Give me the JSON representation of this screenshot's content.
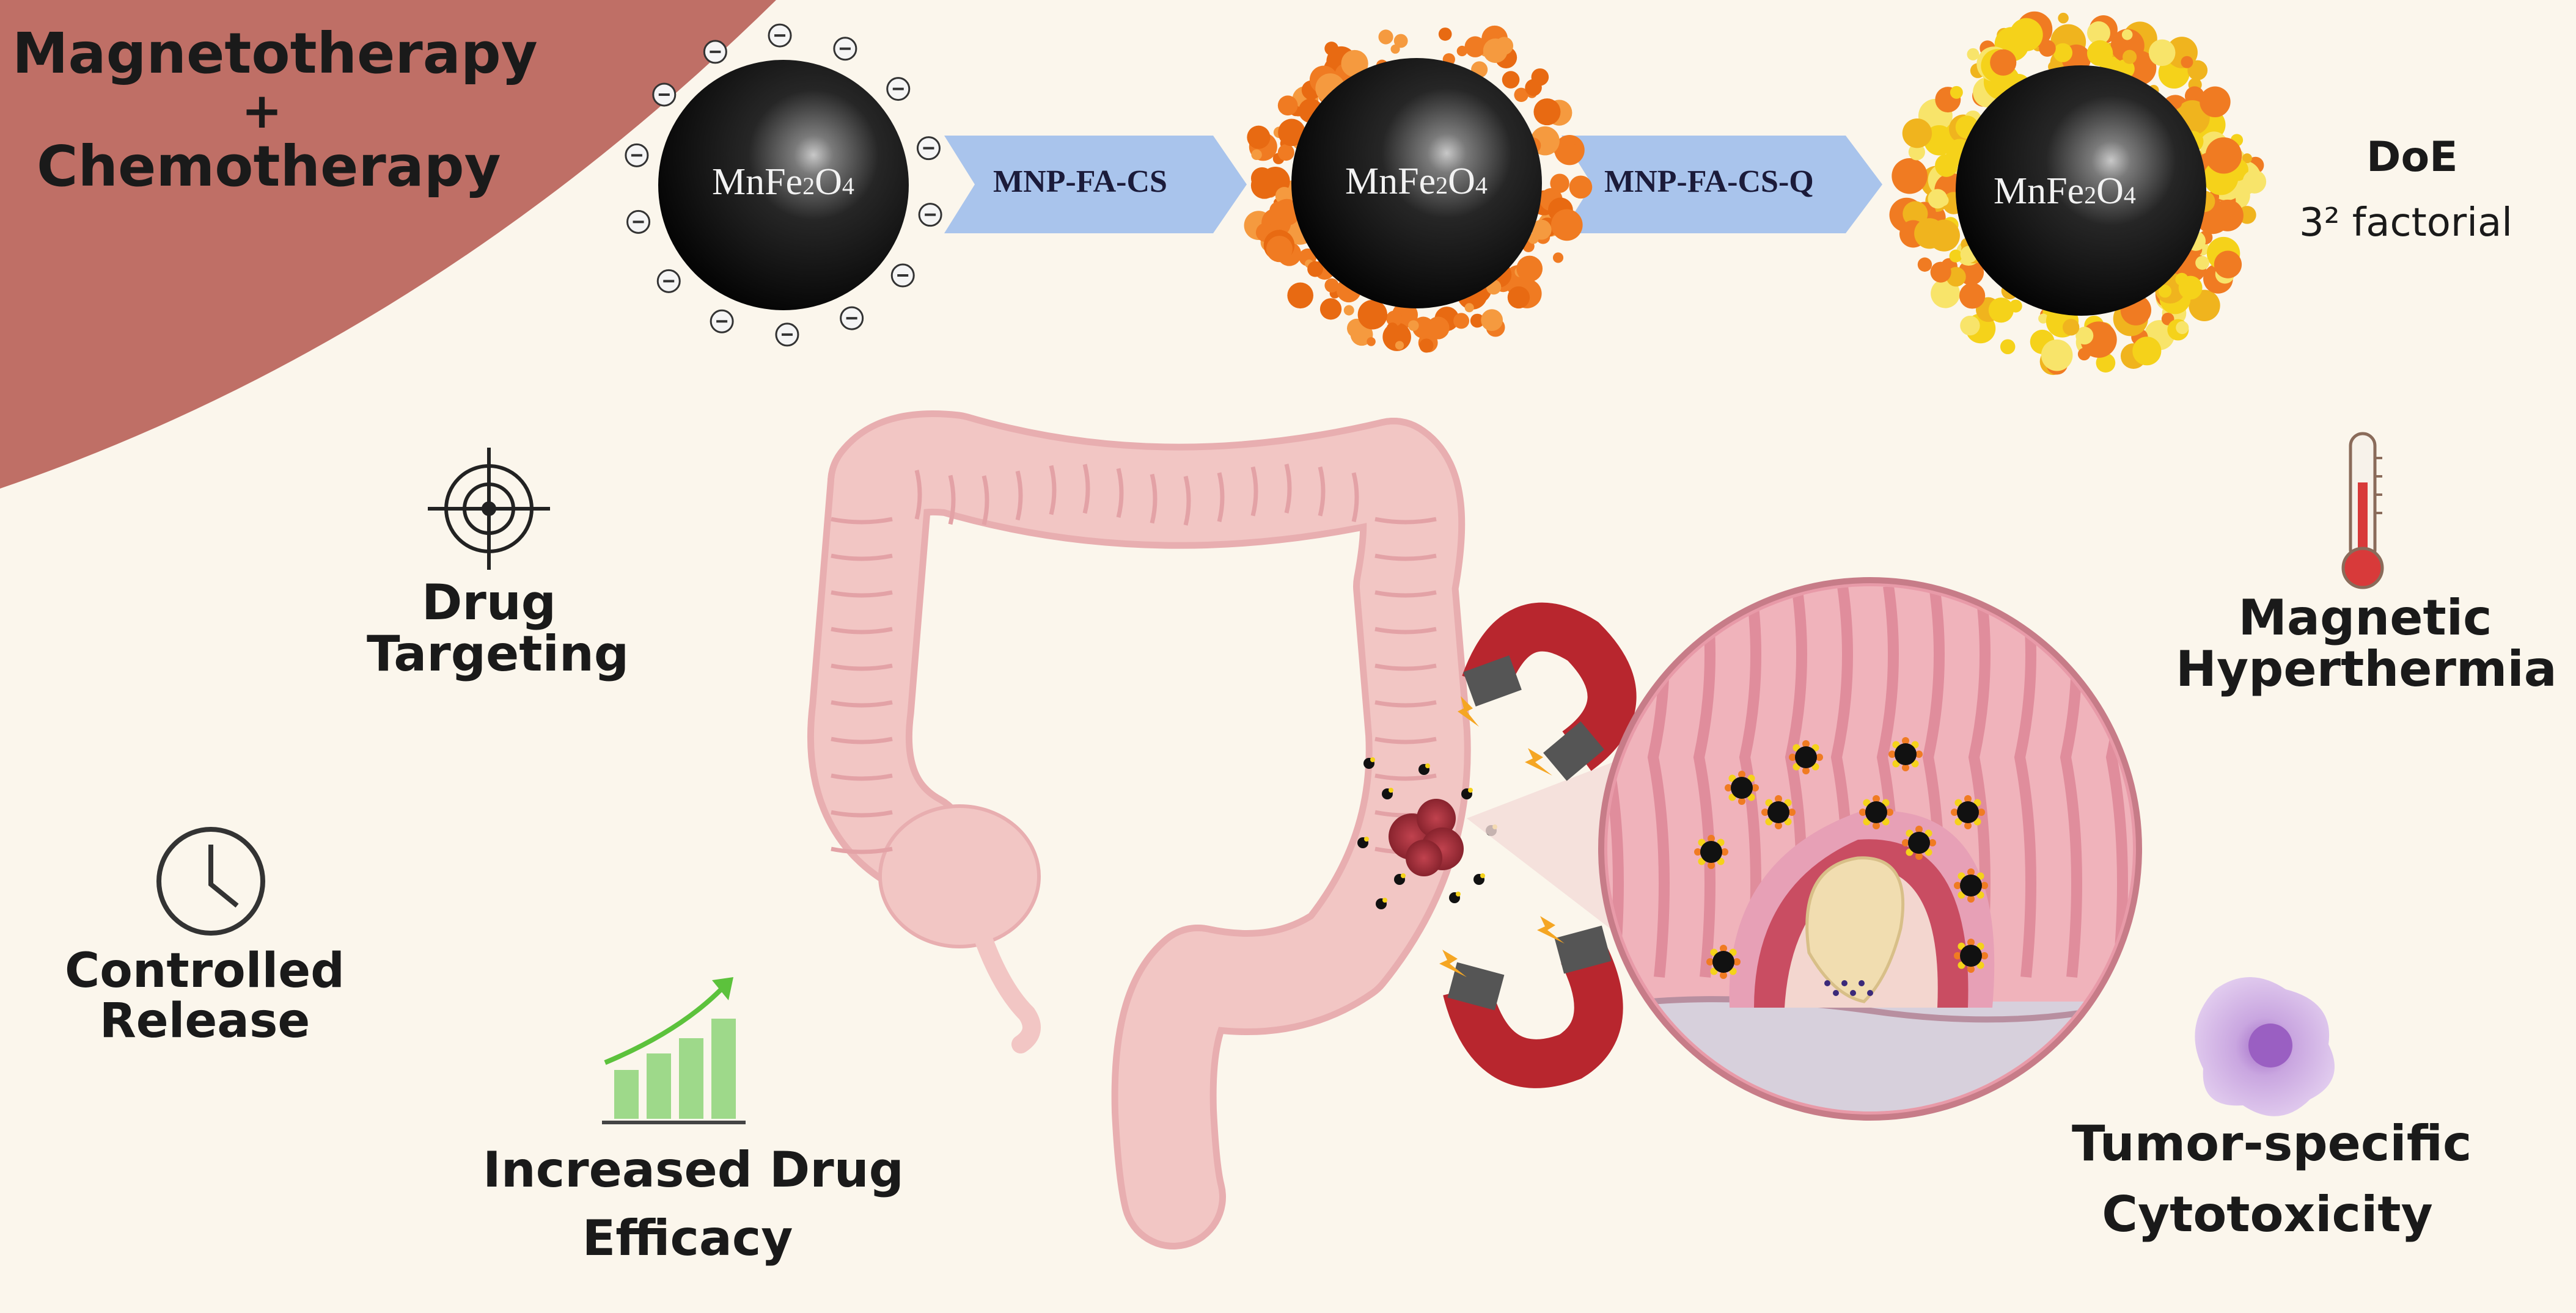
{
  "title": {
    "line1": "Magnetotherapy",
    "plus": "+",
    "line2": "Chemotherapy"
  },
  "nanoparticles": [
    {
      "label_prefix": "MnFe",
      "sub1": "2",
      "label_mid": "O",
      "sub2": "4"
    },
    {
      "label_prefix": "MnFe",
      "sub1": "2",
      "label_mid": "O",
      "sub2": "4"
    },
    {
      "label_prefix": "MnFe",
      "sub1": "2",
      "label_mid": "O",
      "sub2": "4"
    }
  ],
  "arrows": [
    "MNP-FA-CS",
    "MNP-FA-CS-Q"
  ],
  "doe": {
    "title": "DoE",
    "subtitle": "3² factorial"
  },
  "features": {
    "drug_targeting": {
      "line1": "Drug",
      "line2": "Targeting"
    },
    "controlled_release": {
      "line1": "Controlled",
      "line2": "Release"
    },
    "increased_efficacy": {
      "line1": "Increased Drug",
      "line2": "Efficacy"
    },
    "hyperthermia": {
      "line1": "Magnetic",
      "line2": "Hyperthermia"
    },
    "cytotoxicity": {
      "line1": "Tumor-specific",
      "line2": "Cytotoxicity"
    }
  },
  "colors": {
    "background": "#fbf6ec",
    "corner": "#bf6f66",
    "nanoparticle": "#111111",
    "chitosan_coat": "#f07b22",
    "drug_coat": "#f5d21a",
    "arrow": "#a9c4ec",
    "colon": "#f2c6c4",
    "magnet": "#b8262e",
    "tumor": "#9c2b35",
    "bar_chart": "#9ed98a",
    "cell": "#c9a6e0"
  }
}
